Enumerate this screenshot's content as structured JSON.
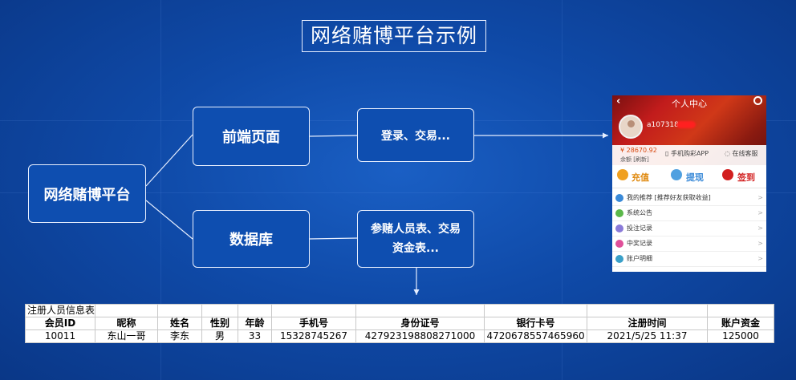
{
  "title": "网络赌博平台示例",
  "nodes": {
    "platform": "网络赌博平台",
    "frontend": "前端页面",
    "database": "数据库",
    "login_trade": "登录、交易...",
    "tables_line1": "参赌人员表、交易",
    "tables_line2": "资金表..."
  },
  "phone": {
    "header_title": "个人中心",
    "username": "a107318",
    "balance": "¥ 28670.92",
    "balance_label": "余额 [刷新]",
    "buy_app": "手机购彩APP",
    "online_service": "在线客服",
    "actions": [
      "充值",
      "提现",
      "签到"
    ],
    "menu": [
      "我的推荐 [推荐好友获取收益]",
      "系统公告",
      "投注记录",
      "中奖记录",
      "账户明细"
    ],
    "accent": "#d21f1f"
  },
  "table": {
    "caption": "注册人员信息表",
    "headers": [
      "会员ID",
      "昵称",
      "姓名",
      "性别",
      "年龄",
      "手机号",
      "身份证号",
      "银行卡号",
      "注册时间",
      "账户资金"
    ],
    "rows": [
      [
        "10011",
        "东山一哥",
        "李东",
        "男",
        "33",
        "15328745267",
        "427923198808271000",
        "4720678557465960",
        "2021/5/25 11:37",
        "125000"
      ]
    ]
  }
}
